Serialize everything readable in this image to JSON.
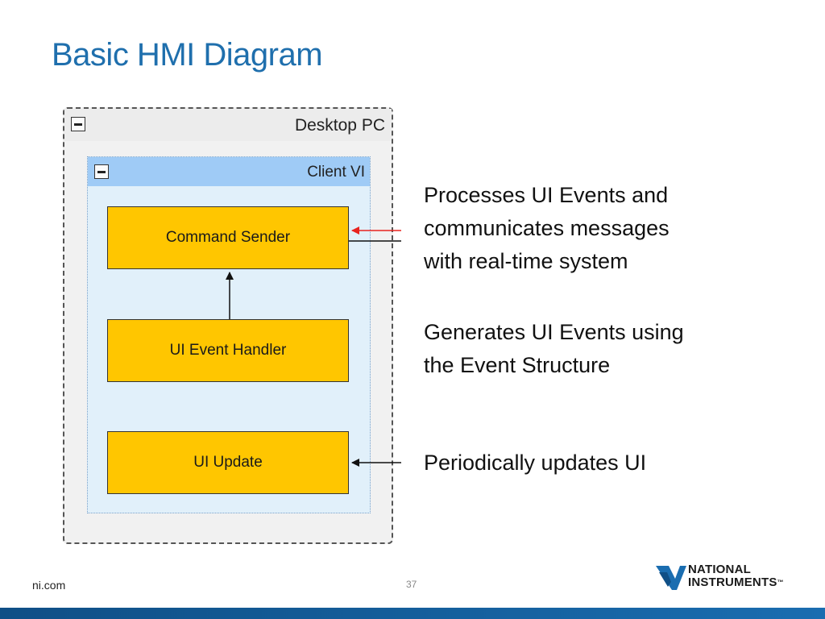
{
  "slide": {
    "title": "Basic HMI Diagram"
  },
  "diagram": {
    "outer_frame": {
      "label": "Desktop  PC"
    },
    "inner_frame": {
      "label": "Client VI"
    },
    "nodes": [
      {
        "id": "command-sender",
        "label": "Command Sender"
      },
      {
        "id": "ui-event-handler",
        "label": "UI Event Handler"
      },
      {
        "id": "ui-update",
        "label": "UI Update"
      }
    ],
    "descriptions": [
      {
        "target": "command-sender",
        "lines": [
          "Processes UI Events and",
          "communicates messages",
          "with real-time system"
        ]
      },
      {
        "target": "ui-event-handler",
        "lines": [
          "Generates UI Events using",
          "the Event Structure"
        ]
      },
      {
        "target": "ui-update",
        "lines": [
          "Periodically updates UI"
        ]
      }
    ],
    "colors": {
      "node_fill": "#ffc600",
      "client_header": "#9fcbf6",
      "client_body": "#e1f0fa",
      "arrow_highlight": "#e8231f"
    }
  },
  "footer": {
    "website": "ni.com",
    "page_number": "37",
    "logo": {
      "line1": "NATIONAL",
      "line2": "INSTRUMENTS",
      "trademark": "™"
    }
  }
}
